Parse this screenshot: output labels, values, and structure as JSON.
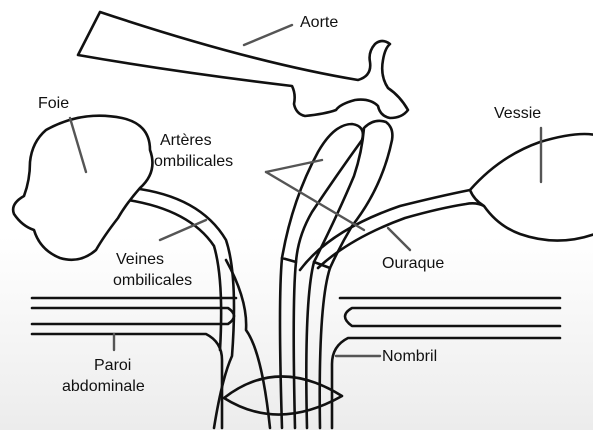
{
  "diagram": {
    "labels": {
      "aorte": "Aorte",
      "foie": "Foie",
      "vessie": "Vessie",
      "arteres_line1": "Artères",
      "arteres_line2": "ombilicales",
      "veines_line1": "Veines",
      "veines_line2": "ombilicales",
      "ouraque": "Ouraque",
      "paroi_line1": "Paroi",
      "paroi_line2": "abdominale",
      "nombril": "Nombril"
    }
  }
}
